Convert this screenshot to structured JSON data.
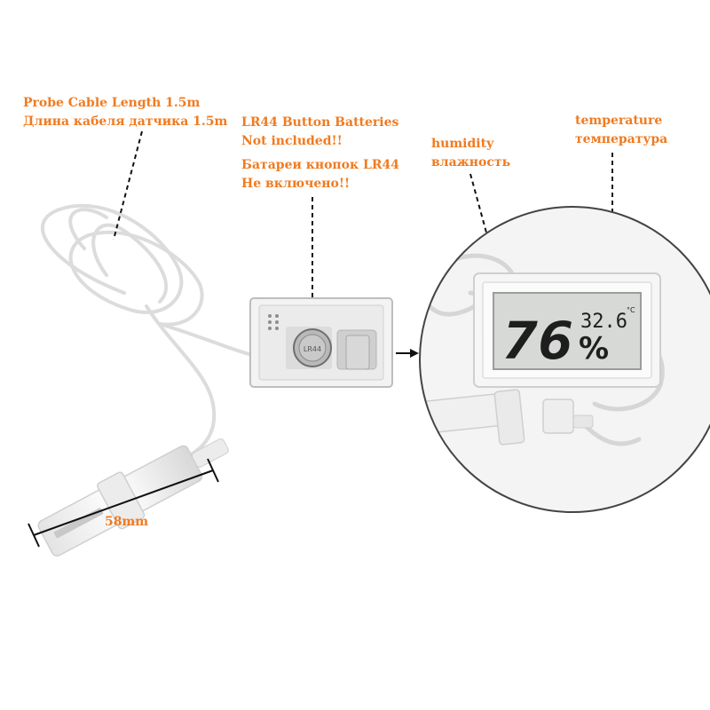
{
  "annotations": {
    "probe_cable": {
      "line1": "Probe Cable Length 1.5m",
      "line2": "Длина кабеля датчика 1.5m"
    },
    "battery": {
      "line1": "LR44 Button Batteries",
      "line2": "Not included!!",
      "line3": "Батареи кнопок LR44",
      "line4": "Не включено!!"
    },
    "humidity": {
      "line1": "humidity",
      "line2": "влажность"
    },
    "temperature": {
      "line1": "temperature",
      "line2": "температура"
    },
    "probe_length": "58mm"
  },
  "display": {
    "humidity_value": "76",
    "humidity_unit": "%",
    "temperature_value": "32.6",
    "temperature_unit": "°C"
  },
  "battery_marking": "LR44",
  "colors": {
    "annotation": "#f07b20",
    "lcd_background": "#d6d9d6",
    "device_body": "#f2f2f2"
  }
}
